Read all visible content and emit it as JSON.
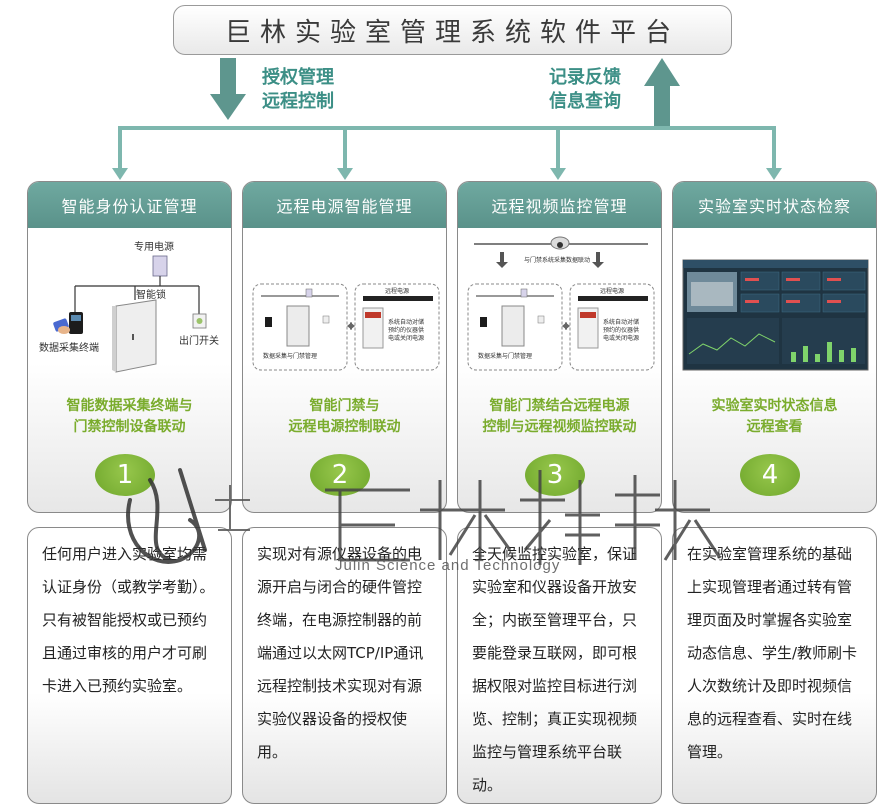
{
  "title": "巨林实验室管理系统软件平台",
  "down_label": [
    "授权管理",
    "远程控制"
  ],
  "up_label": [
    "记录反馈",
    "信息查询"
  ],
  "colors": {
    "teal": "#5e968e",
    "connector": "#7eb7ae",
    "green": "#7aac2d"
  },
  "cards": [
    {
      "header": "智能身份认证管理",
      "caption": [
        "智能数据采集终端与",
        "门禁控制设备联动"
      ],
      "number": "1",
      "image_labels": {
        "power": "专用电源",
        "lock": "智能锁",
        "terminal": "数据采集终端",
        "exit": "出门开关"
      },
      "description": "任何用户进入实验室均需认证身份（或教学考勤）。只有被智能授权或已预约且通过审核的用户才可刷卡进入已预约实验室。"
    },
    {
      "header": "远程电源智能管理",
      "caption": [
        "智能门禁与",
        "远程电源控制联动"
      ],
      "number": "2",
      "image_labels": {
        "left": "数据采集与门禁管理",
        "power": "远程电源",
        "auto": [
          "系统自动对储",
          "预约的仪器供",
          "电或关闭电源"
        ]
      },
      "description": "实现对有源仪器设备的电源开启与闭合的硬件管控终端，在电源控制器的前端通过以太网TCP/IP通讯远程控制技术实现对有源实验仪器设备的授权使用。"
    },
    {
      "header": "远程视频监控管理",
      "caption": [
        "智能门禁结合远程电源",
        "控制与远程视频监控联动"
      ],
      "number": "3",
      "image_labels": {
        "camera": "与门禁系统采集数据联动",
        "left": "数据采集与门禁管理",
        "power": "远程电源",
        "auto": [
          "系统自动对储",
          "预约的仪器供",
          "电或关闭电源"
        ]
      },
      "description": "全天候监控实验室，保证实验室和仪器设备开放安全；内嵌至管理平台，只要能登录互联网，即可根据权限对监控目标进行浏览、控制；真正实现视频监控与管理系统平台联动。"
    },
    {
      "header": "实验室实时状态检察",
      "caption": [
        "实验室实时状态信息",
        "远程查看"
      ],
      "number": "4",
      "description": "在实验室管理系统的基础上实现管理者通过转有管理页面及时掌握各实验室动态信息、学生/教师刷卡人次数统计及即时视频信息的远程查看、实时在线管理。"
    }
  ],
  "watermark": {
    "brand": "巨林科技",
    "seal": "巨林",
    "english": "Julin Science and Technology"
  }
}
